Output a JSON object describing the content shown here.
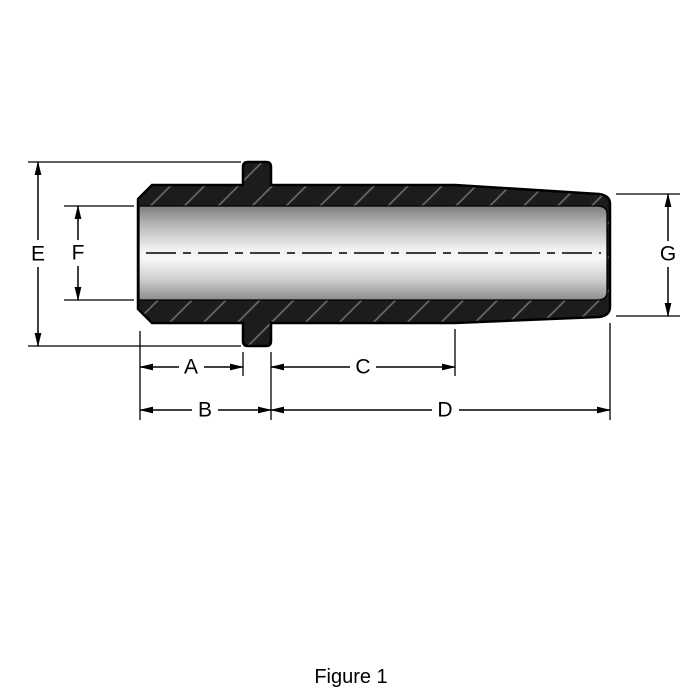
{
  "figure": {
    "caption": "Figure 1"
  },
  "dimension_labels": {
    "A": "A",
    "B": "B",
    "C": "C",
    "D": "D",
    "E": "E",
    "F": "F",
    "G": "G"
  },
  "colors": {
    "ink": "#000000",
    "part_dark": "#1c1c1c",
    "hatch_line": "#6e6e6e",
    "background": "#ffffff"
  }
}
